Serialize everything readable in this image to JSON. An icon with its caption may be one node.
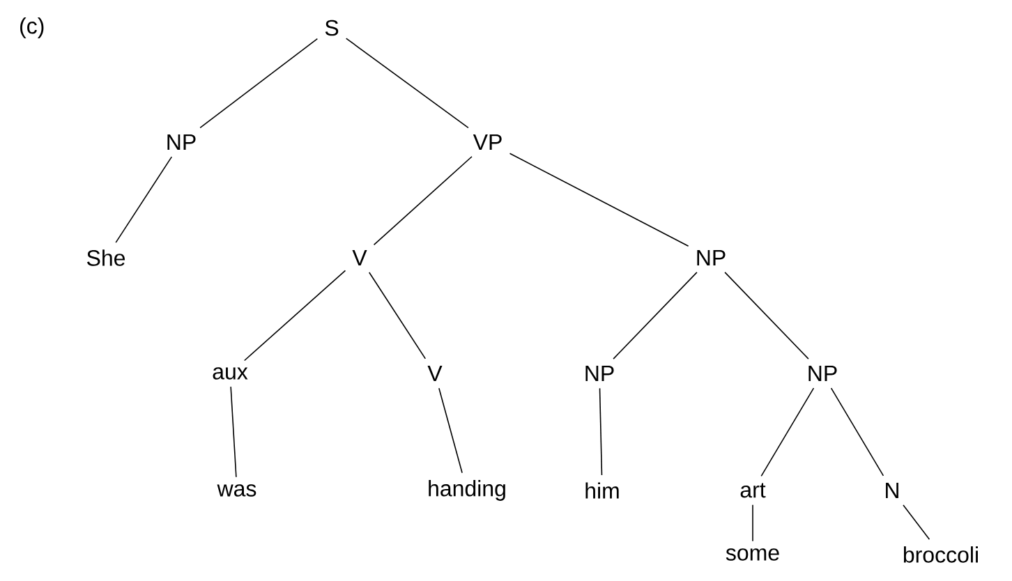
{
  "diagram": {
    "nodes": [
      {
        "text": [
          "S"
        ]
      },
      {
        "text": [
          "NP"
        ]
      },
      {
        "text": [
          "VP"
        ]
      },
      {
        "text": [
          "She"
        ]
      },
      {
        "text": [
          "V"
        ]
      },
      {
        "text": [
          "NP"
        ]
      },
      {
        "text": [
          "aux"
        ]
      },
      {
        "text": [
          "V"
        ]
      },
      {
        "text": [
          "NP"
        ]
      },
      {
        "text": [
          "NP"
        ]
      },
      {
        "text": [
          "was"
        ]
      },
      {
        "text": [
          "handing"
        ]
      },
      {
        "text": [
          "him"
        ]
      },
      {
        "text": [
          "art"
        ]
      },
      {
        "text": [
          "N"
        ]
      },
      {
        "text": [
          "some"
        ]
      },
      {
        "text": [
          "broccoli"
        ]
      }
    ],
    "edges": [
      {
        "from": 0,
        "to": 1,
        "arrow": "none"
      },
      {
        "from": 0,
        "to": 2,
        "arrow": "none"
      },
      {
        "from": 1,
        "to": 3,
        "arrow": "none"
      },
      {
        "from": 2,
        "to": 4,
        "arrow": "none"
      },
      {
        "from": 2,
        "to": 5,
        "arrow": "none"
      },
      {
        "from": 4,
        "to": 6,
        "arrow": "none"
      },
      {
        "from": 4,
        "to": 7,
        "arrow": "none"
      },
      {
        "from": 5,
        "to": 8,
        "arrow": "none"
      },
      {
        "from": 5,
        "to": 9,
        "arrow": "none"
      },
      {
        "from": 6,
        "to": 10,
        "arrow": "none"
      },
      {
        "from": 7,
        "to": 11,
        "arrow": "none"
      },
      {
        "from": 8,
        "to": 12,
        "arrow": "none"
      },
      {
        "from": 9,
        "to": 13,
        "arrow": "none"
      },
      {
        "from": 9,
        "to": 14,
        "arrow": "none"
      },
      {
        "from": 13,
        "to": 15,
        "arrow": "none"
      },
      {
        "from": 14,
        "to": 16,
        "arrow": "none"
      }
    ],
    "labels": [
      "(c)"
    ]
  }
}
